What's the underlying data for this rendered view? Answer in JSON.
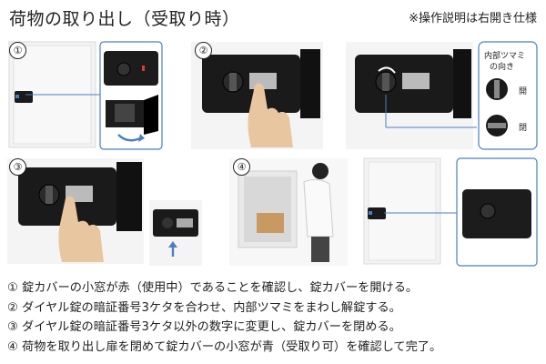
{
  "header": {
    "title": "荷物の取り出し（受取り時）",
    "note": "※操作説明は右開き仕様"
  },
  "steps": [
    {
      "number": "①"
    },
    {
      "number": "②"
    },
    {
      "number": "③"
    },
    {
      "number": "④"
    }
  ],
  "inset": {
    "title_line1": "内部ツマミ",
    "title_line2": "の向き",
    "open_label": "開",
    "close_label": "閉"
  },
  "instructions": [
    "① 錠カバーの小窓が赤（使用中）であることを確認し、錠カバーを開ける。",
    "② ダイヤル錠の暗証番号3ケタを合わせ、内部ツマミをまわし解錠する。",
    "③ ダイヤル錠の暗証番号3ケタ以外の数字に変更し、錠カバーを閉める。",
    "④ 荷物を取り出し扉を閉めて錠カバーの小窓が青（受取り可）を確認して完了。"
  ],
  "colors": {
    "callout_border": "#4a7fc1",
    "lock_body": "#1a1a1a",
    "status_red": "#e23b2e",
    "box_panel": "#f2f2f2",
    "frame": "#d9d9d9"
  }
}
